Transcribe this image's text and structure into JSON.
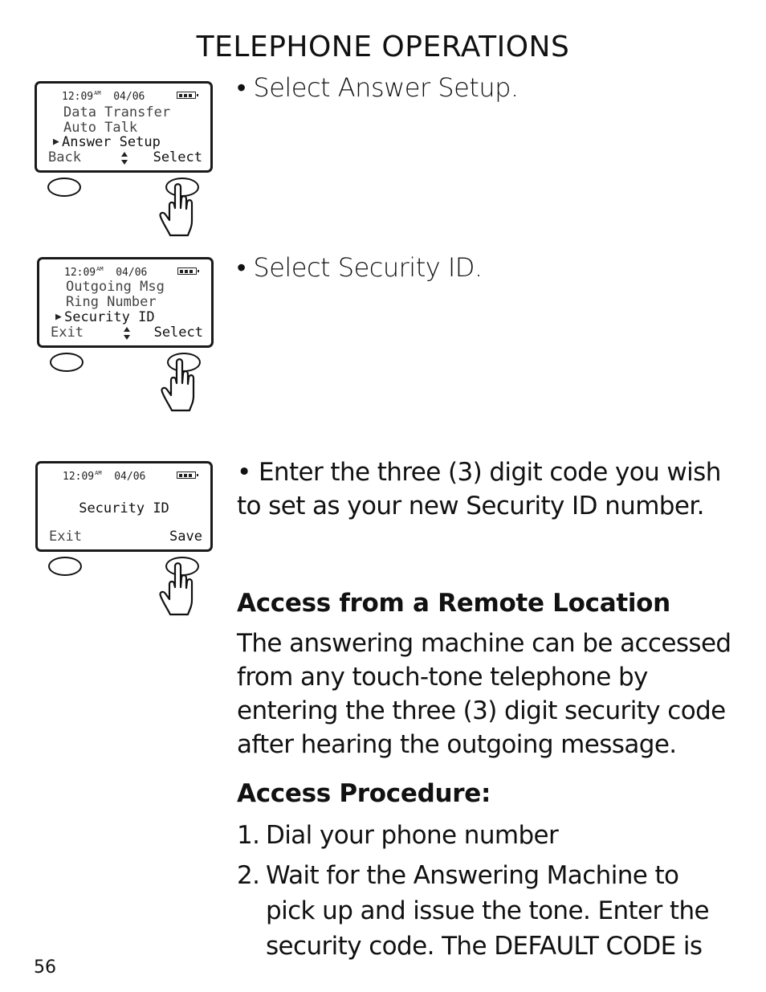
{
  "header": {
    "title": "TELEPHONE OPERATIONS"
  },
  "screens": [
    {
      "time": "12:09",
      "ampm": "AM",
      "date": "04/06",
      "lines": [
        "Data Transfer",
        "Auto Talk",
        "Answer Setup"
      ],
      "left_soft": "Back",
      "right_soft": "Select"
    },
    {
      "time": "12:09",
      "ampm": "AM",
      "date": "04/06",
      "lines": [
        "Outgoing Msg",
        "Ring Number",
        "Security ID"
      ],
      "left_soft": "Exit",
      "right_soft": "Select"
    },
    {
      "time": "12:09",
      "ampm": "AM",
      "date": "04/06",
      "center": "Security ID",
      "left_soft": "Exit",
      "right_soft": "Save"
    }
  ],
  "steps": {
    "step1": "• Select Answer Setup.",
    "step2": "• Select Security ID.",
    "step3_line1": "• Enter the three (3) digit code you wish",
    "step3_line2": "to set as your new Security ID number."
  },
  "remote": {
    "heading": "Access from a Remote Location",
    "lines": [
      "The answering machine can be accessed",
      "from any touch-tone telephone by",
      "entering the three (3) digit security code",
      "after hearing the outgoing message."
    ]
  },
  "procedure": {
    "heading": "Access Procedure:",
    "item1_num": "1.",
    "item1": "Dial your phone number",
    "item2_num": "2.",
    "item2_lines": [
      "Wait for the Answering Machine to",
      "pick up and issue the tone. Enter the",
      "security code. The DEFAULT CODE is"
    ]
  },
  "page_number": "56"
}
